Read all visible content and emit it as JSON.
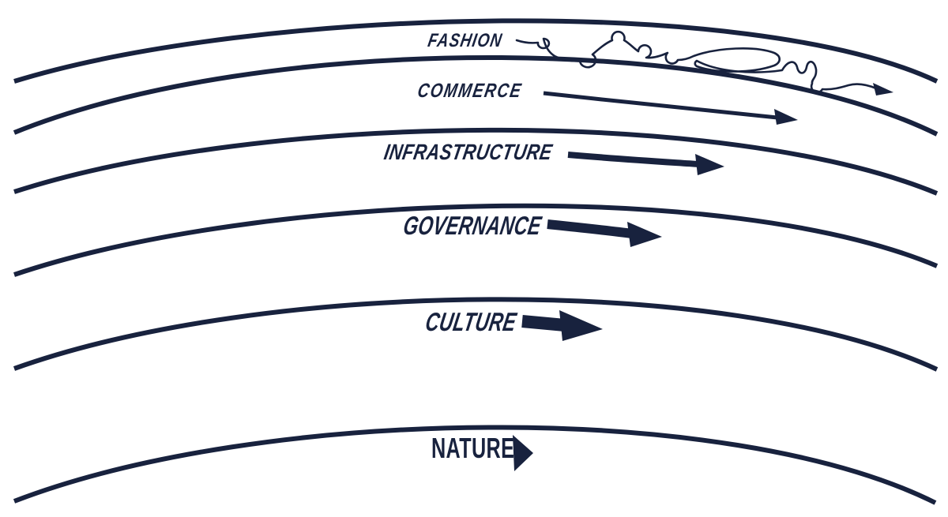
{
  "diagram": {
    "ink_color": "#18223e",
    "background_color": "#ffffff",
    "layers": [
      {
        "label": "FASHION",
        "arrow_icon": "chaotic-squiggle-arrow-icon"
      },
      {
        "label": "COMMERCE",
        "arrow_icon": "long-thin-arrow-icon"
      },
      {
        "label": "INFRASTRUCTURE",
        "arrow_icon": "medium-arrow-icon"
      },
      {
        "label": "GOVERNANCE",
        "arrow_icon": "bold-arrow-icon"
      },
      {
        "label": "CULTURE",
        "arrow_icon": "thick-short-arrow-icon"
      },
      {
        "label": "NATURE",
        "arrow_icon": "arrowhead-only-icon"
      }
    ]
  }
}
